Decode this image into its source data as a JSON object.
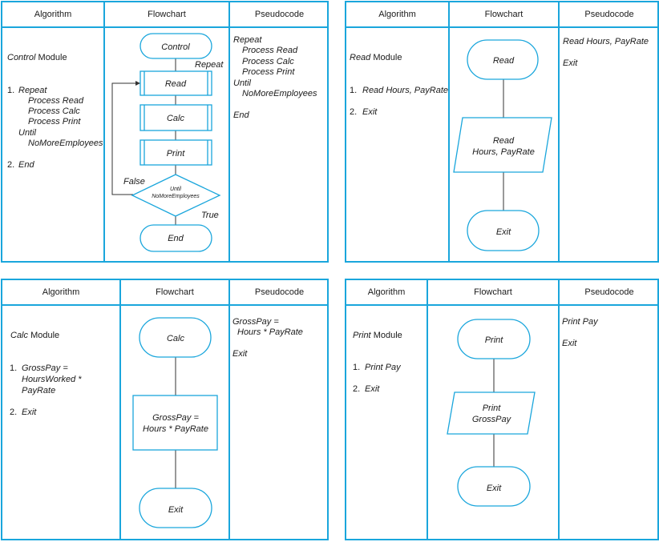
{
  "headers": {
    "algorithm": "Algorithm",
    "flowchart": "Flowchart",
    "pseudocode": "Pseudocode"
  },
  "control": {
    "module_name": "Control",
    "module_word": "Module",
    "algo": [
      "1.",
      "Repeat",
      "Process Read",
      "Process Calc",
      "Process Print",
      "Until",
      "NoMoreEmployees",
      "2.",
      "End"
    ],
    "flow": {
      "start": "Control",
      "repeat_label": "Repeat",
      "read": "Read",
      "calc": "Calc",
      "print": "Print",
      "decision_line1": "Until",
      "decision_line2": "NoMoreEmployees",
      "false_label": "False",
      "true_label": "True",
      "end": "End"
    },
    "pseudo": [
      "Repeat",
      "Process Read",
      "Process Calc",
      "Process Print",
      "Until",
      "NoMoreEmployees",
      "End"
    ]
  },
  "read": {
    "module_name": "Read",
    "module_word": "Module",
    "algo": [
      "1.",
      "Read Hours, PayRate",
      "2.",
      "Exit"
    ],
    "flow": {
      "start": "Read",
      "io_line1": "Read",
      "io_line2": "Hours, PayRate",
      "end": "Exit"
    },
    "pseudo": [
      "Read Hours, PayRate",
      "Exit"
    ]
  },
  "calc": {
    "module_name": "Calc",
    "module_word": "Module",
    "algo": [
      "1.",
      "GrossPay =",
      "HoursWorked *",
      "PayRate",
      "2.",
      "Exit"
    ],
    "flow": {
      "start": "Calc",
      "proc_line1": "GrossPay =",
      "proc_line2": "Hours * PayRate",
      "end": "Exit"
    },
    "pseudo": [
      "GrossPay =",
      "Hours * PayRate",
      "Exit"
    ]
  },
  "print": {
    "module_name": "Print",
    "module_word": "Module",
    "algo": [
      "1.",
      "Print Pay",
      "2.",
      "Exit"
    ],
    "flow": {
      "start": "Print",
      "io_line1": "Print",
      "io_line2": "GrossPay",
      "end": "Exit"
    },
    "pseudo": [
      "Print Pay",
      "Exit"
    ]
  },
  "colors": {
    "accent": "#1aa6dc",
    "line": "#333333"
  }
}
